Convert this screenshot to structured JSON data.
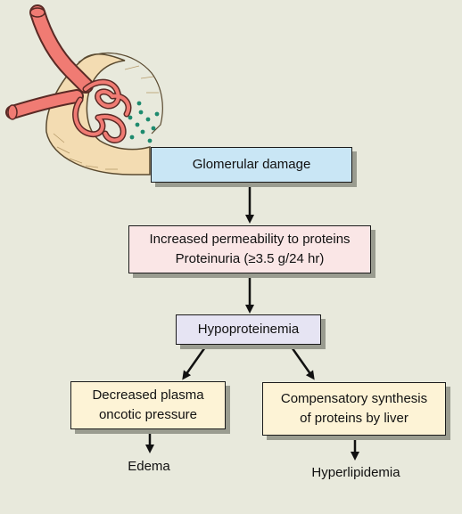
{
  "nodes": {
    "glomerular_damage": "Glomerular damage",
    "permeability_line1": "Increased permeability to proteins",
    "permeability_line2": "Proteinuria (≥3.5 g/24 hr)",
    "hypoproteinemia": "Hypoproteinemia",
    "oncotic_line1": "Decreased plasma",
    "oncotic_line2": "oncotic pressure",
    "synthesis_line1": "Compensatory synthesis",
    "synthesis_line2": "of proteins by liver",
    "edema": "Edema",
    "hyperlipidemia": "Hyperlipidemia"
  },
  "colors": {
    "background": "#e8e9dc",
    "glomerular_box": "#c9e6f5",
    "permeability_box": "#fae6e6",
    "hypoproteinemia_box": "#e6e4f3",
    "outcome_boxes": "#fdf3d6",
    "vessel": "#f07b73",
    "capsule": "#f3dcb2",
    "protein_dots": "#1e8a6e"
  },
  "icons": [
    "glomerulus-illustration",
    "protein-leak-dots"
  ]
}
